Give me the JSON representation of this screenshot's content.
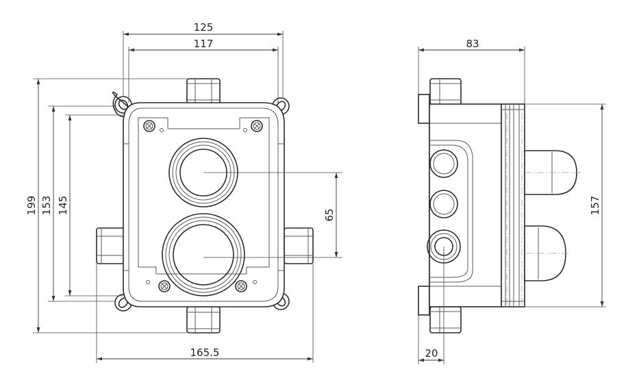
{
  "dimensions": {
    "width_outer": "125",
    "width_inner": "117",
    "width_overall": "165.5",
    "height_overall": "199",
    "height_mid": "153",
    "height_inner": "145",
    "valve_spacing": "65",
    "depth": "83",
    "side_height": "157",
    "offset": "20"
  },
  "colors": {
    "line": "#2a2a2a",
    "dimension": "#333333",
    "background": "#ffffff"
  }
}
